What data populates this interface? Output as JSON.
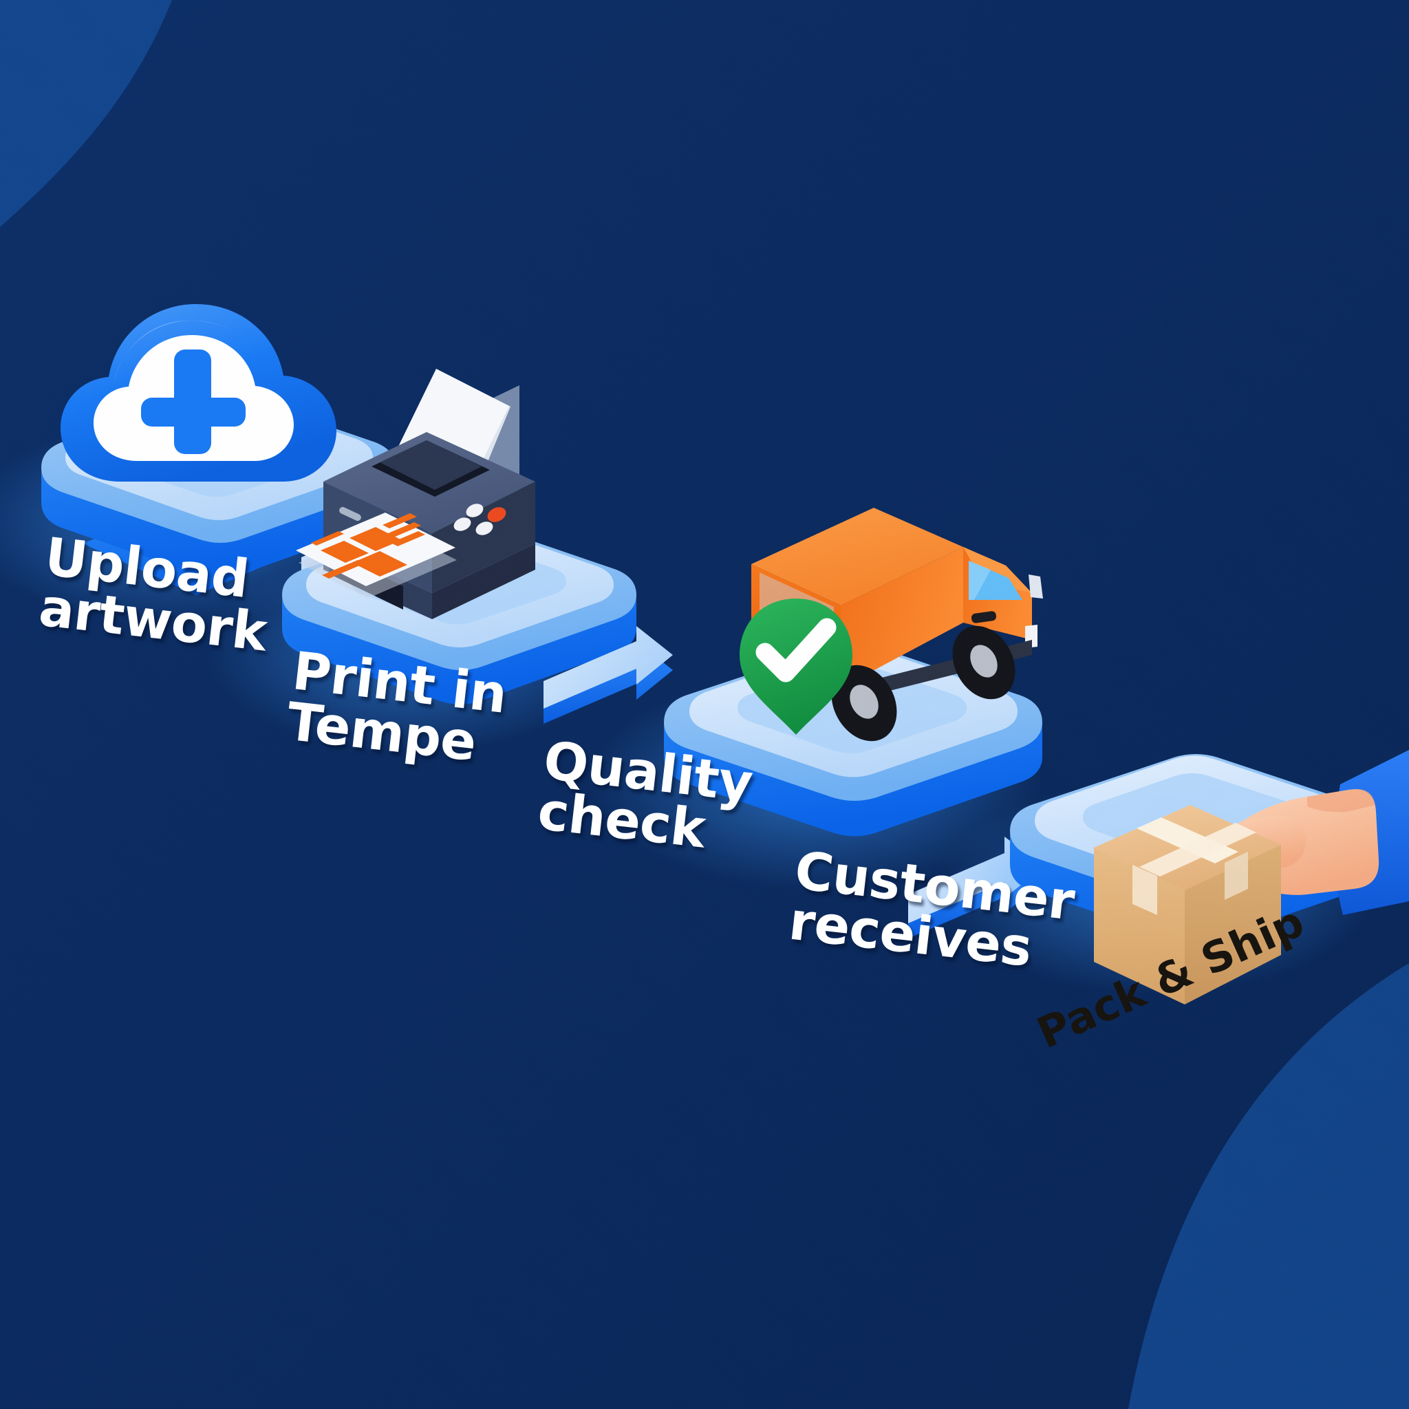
{
  "graphic": {
    "type": "isometric-process-flow-infographic",
    "orientation": "diagonal descending left-to-right",
    "background": {
      "base_color": "#0b2a5e",
      "accent_color": "#14488f",
      "corner_shapes": [
        "top-left curved wedge",
        "bottom-right curved wedge"
      ]
    },
    "palette": {
      "navy_background": "#0b2a5e",
      "navy_light": "#14488f",
      "brand_blue": "#1a6ef5",
      "bright_blue": "#0f7bff",
      "pale_blue": "#bfdcfa",
      "platform_top": "#cfe4fb",
      "platform_mid": "#9ecbf7",
      "white": "#ffffff",
      "printer_dark": "#343f5c",
      "printer_darker": "#232b42",
      "orange": "#f3701b",
      "orange_light": "#fb8c33",
      "green_check": "#18a04a",
      "cardboard": "#e0b07b",
      "cardboard_light": "#f0c896",
      "skin": "#f8c3a2",
      "sleeve_blue": "#1467e6",
      "label_text": "#ffffff",
      "box_text": "#17140f"
    }
  },
  "steps": [
    {
      "index": 1,
      "label": "Upload\nartwork",
      "icon": "cloud-upload-icon",
      "icon_description": "Blue and white cloud with an upward arrow / plus glyph, resting on an isometric pedestal"
    },
    {
      "index": 2,
      "label": "Print in\nTempe",
      "icon": "printer-icon",
      "icon_description": "Dark navy desktop printer with blank sheet feeding in and an orange-printed sheet emerging",
      "controls": {
        "button_colors": [
          "#f1f3f8",
          "#f1f3f8",
          "#f1f3f8",
          "#ec4a20"
        ]
      }
    },
    {
      "index": 3,
      "label": "Quality\ncheck",
      "icon": "delivery-truck-icon",
      "icon_description": "Orange box truck with light-blue windshield and a green circular checkmark badge on the side"
    },
    {
      "index": 4,
      "label": "Customer\nreceives",
      "icon": "hand-package-icon",
      "icon_description": "Hand in a blue sleeve picking up a taped cardboard box",
      "package_label": "Pack & Ship"
    }
  ],
  "connectors": [
    {
      "from": 1,
      "to": 2,
      "style": "isometric-arrow",
      "direction": "down-right",
      "color": "#bfdcfa"
    },
    {
      "from": 2,
      "to": 3,
      "style": "isometric-arrow",
      "direction": "down-right",
      "color": "#bfdcfa"
    },
    {
      "from": 3,
      "to": 4,
      "style": "isometric-arrow",
      "direction": "down-right",
      "color": "#bfdcfa"
    }
  ]
}
